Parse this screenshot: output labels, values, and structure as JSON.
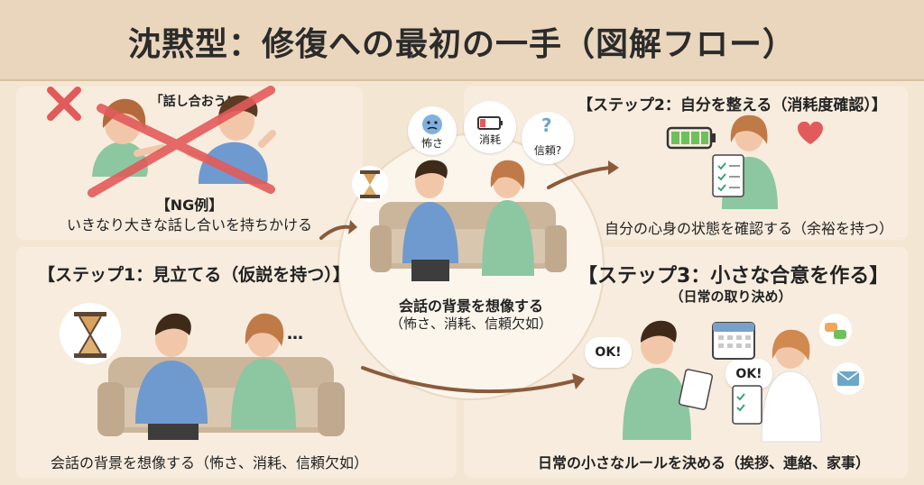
{
  "title": "沈黙型：修復への最初の一手（図解フロー）",
  "ng": {
    "speech": "「話し合おう!」",
    "label": "【NG例】",
    "caption": "いきなり大きな話し合いを持ちかける"
  },
  "step1": {
    "heading": "【ステップ1：見立てる（仮説を持つ）】",
    "ellipsis": "…",
    "caption": "会話の背景を想像する（怖さ、消耗、信頼欠如）"
  },
  "center": {
    "bubble_fear": "怖さ",
    "bubble_exhaust": "消耗",
    "bubble_trust": "信頼?",
    "caption_line1": "会話の背景を想像する",
    "caption_line2": "（怖さ、消耗、信頼欠如）"
  },
  "step2": {
    "heading": "【ステップ2：自分を整える（消耗度確認）】",
    "caption": "自分の心身の状態を確認する（余裕を持つ）"
  },
  "step3": {
    "heading": "【ステップ3：小さな合意を作る】",
    "subheading": "（日常の取り決め）",
    "ok_left": "OK!",
    "ok_right": "OK!",
    "caption": "日常の小さなルールを決める（挨拶、連絡、家事）"
  },
  "colors": {
    "header_bg": "#ead6bd",
    "panel_bg": "#f7ecde",
    "sofa": "#cbb59b",
    "shirt_blue": "#6e9ad0",
    "dress_green": "#8cc7a1",
    "hair_brown": "#6b4a2d",
    "arrow_brown": "#8b5a3a",
    "red_x": "#e25b5b"
  }
}
